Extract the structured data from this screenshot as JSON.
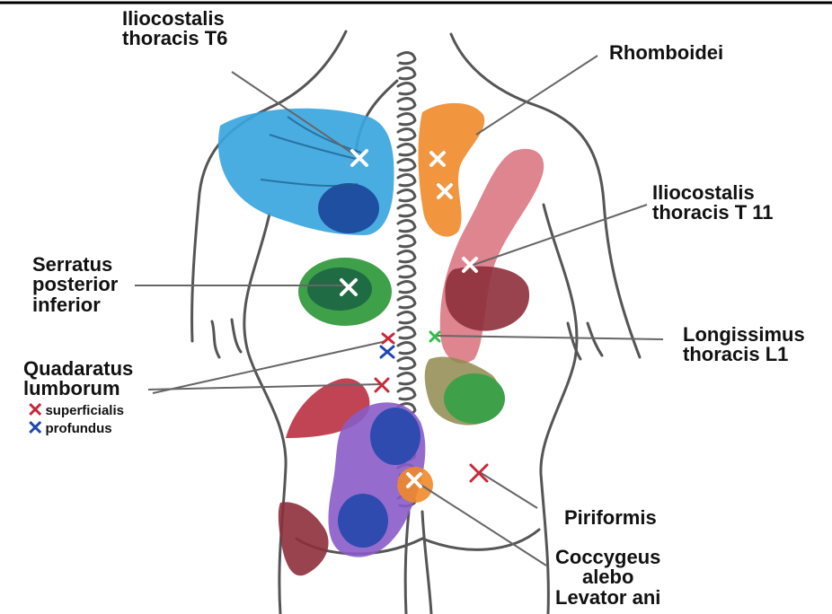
{
  "labels": {
    "iliocostalis_t6": [
      "Iliocostalis",
      "thoracis T6"
    ],
    "rhomboidei": [
      "Rhomboidei"
    ],
    "iliocostalis_t11": [
      "Iliocostalis",
      "thoracis T 11"
    ],
    "serratus": [
      "Serratus",
      "posterior",
      "inferior"
    ],
    "longissimus": [
      "Longissimus",
      "thoracis L1"
    ],
    "quadaratus": [
      "Quadaratus",
      "lumborum"
    ],
    "piriformis": [
      "Piriformis"
    ],
    "coccygeus": [
      "Coccygeus",
      "alebo",
      "Levator ani"
    ]
  },
  "legend": {
    "superficialis": {
      "text": "superficialis",
      "color": "#c8283a"
    },
    "profundus": {
      "text": "profundus",
      "color": "#2046b0"
    }
  },
  "colors": {
    "outline": "#555555",
    "blue_zone": "#3aa6de",
    "blue_core": "#1e4fa0",
    "green_zone": "#3fa04a",
    "orange_zone": "#f08a2a",
    "pink_zone": "#d9707c",
    "dark_red_zone": "#8e2f3c",
    "purple_zone": "#8a5cc8",
    "crimson_zone": "#b82a3c",
    "olive_zone": "#8f8a4e",
    "trigger_point": "#ffffff",
    "green_marker": "#2ebf4a"
  }
}
